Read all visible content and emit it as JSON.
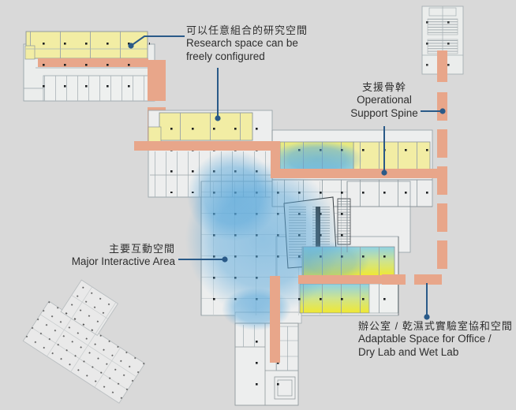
{
  "annotations": {
    "research": {
      "zh": "可以任意組合的研究空間",
      "en": [
        "Research space can be",
        "freely configured"
      ]
    },
    "spine": {
      "zh": "支援骨幹",
      "en": [
        "Operational",
        "Support Spine"
      ]
    },
    "interactive": {
      "zh": "主要互動空間",
      "en": [
        "Major Interactive Area"
      ]
    },
    "office": {
      "zh": "辦公室 / 乾濕式實驗室協和空間",
      "en": [
        "Adaptable Space for Office /",
        "Dry Lab and Wet Lab"
      ]
    }
  },
  "legend_colors": {
    "research_yellow": "#f2eda4",
    "adaptable_vivid_yellow": "#f0e832",
    "spine_orange": "#e8a68a",
    "interactive_blue": "#55a6da",
    "leader_line_blue": "#2a5a88",
    "background_gray": "#d9d9d9"
  }
}
